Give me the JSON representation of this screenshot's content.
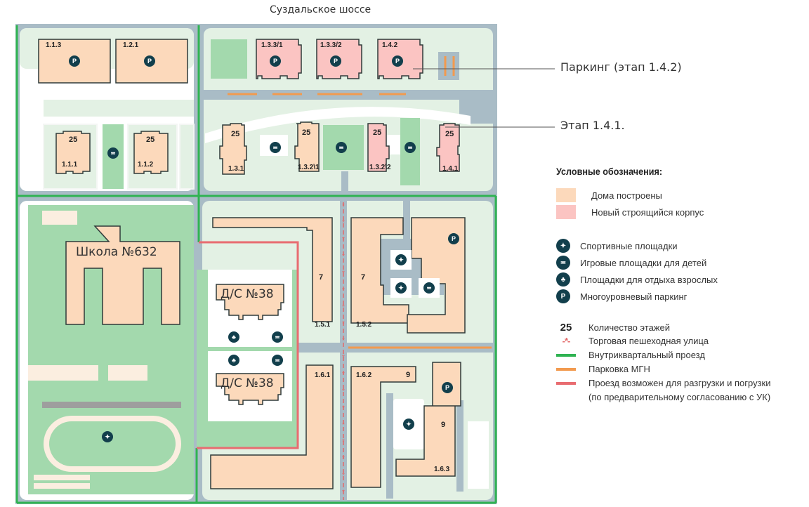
{
  "street_name": "Суздальское шоссе",
  "callouts": {
    "parking": "Паркинг (этап 1.4.2)",
    "stage": "Этап 1.4.1."
  },
  "colors": {
    "built": "#fcd9bb",
    "under_construction": "#fbc4c2",
    "icon": "#123f4c",
    "internal_road": "#2fb352",
    "mgn_parking": "#f29a4f",
    "loading_road": "#e86c70",
    "pedestrian_street": "#e36a6a"
  },
  "buildings": {
    "b113": {
      "id": "1.1.3"
    },
    "b121": {
      "id": "1.2.1"
    },
    "b1331": {
      "id": "1.3.3/1"
    },
    "b1332": {
      "id": "1.3.3/2"
    },
    "b142": {
      "id": "1.4.2"
    },
    "b111": {
      "id": "1.1.1",
      "floors": "25"
    },
    "b112": {
      "id": "1.1.2",
      "floors": "25"
    },
    "b131": {
      "id": "1.3.1",
      "floors": "25"
    },
    "b1321": {
      "id": "1.3.2\\1",
      "floors": "25"
    },
    "b1322": {
      "id": "1.3.2\\2",
      "floors": "25"
    },
    "b141": {
      "id": "1.4.1",
      "floors": "25"
    },
    "b151": {
      "id": "1.5.1",
      "floors": "7"
    },
    "b152": {
      "id": "1.5.2",
      "floors": "7"
    },
    "b161": {
      "id": "1.6.1"
    },
    "b162": {
      "id": "1.6.2",
      "floors": "9"
    },
    "b163": {
      "id": "1.6.3",
      "floors": "9"
    }
  },
  "facilities": {
    "school": "Школа №632",
    "kindergarten1": "Д/С №38",
    "kindergarten2": "Д/С №38"
  },
  "icon_glyphs": {
    "parking": "P",
    "sport": "✦",
    "playground": "≖",
    "rest": "♣"
  },
  "legend": {
    "title": "Условные обозначения:",
    "items": [
      {
        "kind": "swatch",
        "color": "#fcd9bb",
        "label": "Дома построены"
      },
      {
        "kind": "swatch",
        "color": "#fbc4c2",
        "label": "Новый строящийся корпус"
      },
      {
        "kind": "icon",
        "icon": "sport-icon",
        "glyph": "✦",
        "label": "Спортивные площадки"
      },
      {
        "kind": "icon",
        "icon": "playground-icon",
        "glyph": "≖",
        "label": "Игровые площадки для детей"
      },
      {
        "kind": "icon",
        "icon": "rest-area-icon",
        "glyph": "♣",
        "label": "Площадки для отдыха взрослых"
      },
      {
        "kind": "icon",
        "icon": "parking-icon",
        "glyph": "P",
        "label": "Многоуровневый паркинг"
      },
      {
        "kind": "number",
        "value": "25",
        "label": "Количество этажей"
      },
      {
        "kind": "dash",
        "value": "-*-",
        "label": "Торговая пешеходная улица"
      },
      {
        "kind": "line",
        "color": "#2fb352",
        "label": "Внутриквартальный проезд"
      },
      {
        "kind": "line",
        "color": "#f29a4f",
        "label": "Парковка МГН"
      },
      {
        "kind": "line",
        "color": "#e86c70",
        "label": "Проезд возможен для разгрузки и погрузки"
      },
      {
        "kind": "text",
        "label": "(по предварительному согласованию с УК)"
      }
    ]
  }
}
